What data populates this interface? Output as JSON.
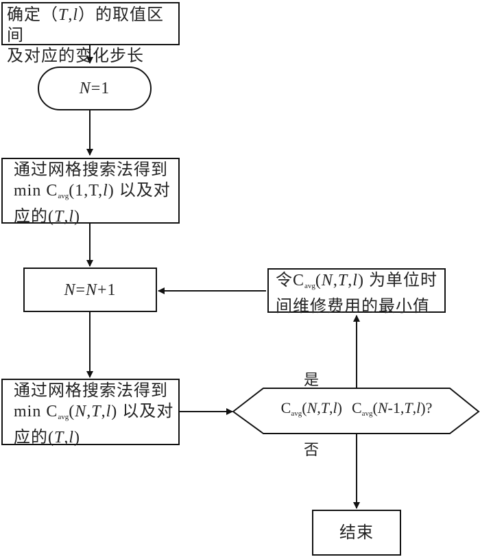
{
  "diagram": {
    "nodes": {
      "init_range": {
        "type": "process",
        "line1": "确定（",
        "line1_T": "T",
        "line1_sep": ",",
        "line1_l": "l",
        "line1_end": "）的取值区间",
        "line2": "及对应的变化步长"
      },
      "set_n1": {
        "type": "terminal",
        "var": "N",
        "rest": "=1"
      },
      "grid_search_1": {
        "type": "process",
        "line1": "通过网格搜索法得到",
        "line2_prefix": "min C",
        "line2_sub": "avg",
        "line2_args": "(1,T,",
        "line2_l": "l",
        "line2_suffix": ") 以及对",
        "line3_prefix": "应的(",
        "line3_T": "T",
        "line3_sep": ",",
        "line3_l": "l",
        "line3_suffix": ")"
      },
      "increment_n": {
        "type": "process",
        "var1": "N",
        "eq": "=",
        "var2": "N",
        "rest": "+1"
      },
      "set_min_cost": {
        "type": "process",
        "line1_prefix": "令C",
        "line1_sub": "avg",
        "line1_open": "(",
        "line1_N": "N",
        "line1_sep1": ",",
        "line1_T": "T",
        "line1_sep2": ",",
        "line1_l": "l",
        "line1_suffix": ") 为单位时",
        "line2": "间维修费用的最小值"
      },
      "grid_search_n": {
        "type": "process",
        "line1": "通过网格搜索法得到",
        "line2_prefix": "min C",
        "line2_sub": "avg",
        "line2_open": "(",
        "line2_N": "N",
        "line2_sep1": ",",
        "line2_T": "T",
        "line2_sep2": ",",
        "line2_l": "l",
        "line2_suffix": ") 以及对",
        "line3_prefix": "应的(",
        "line3_T": "T",
        "line3_sep": ",",
        "line3_l": "l",
        "line3_suffix": ")"
      },
      "decision": {
        "type": "decision",
        "a_C": "C",
        "a_sub": "avg",
        "a_open": "(",
        "a_N": "N",
        "a_sep1": ",",
        "a_T": "T",
        "a_sep2": ",",
        "a_l": "l",
        "a_close": ")",
        "b_C": "C",
        "b_sub": "avg",
        "b_open": "(",
        "b_N": "N",
        "b_rest": "-1,",
        "b_T": "T",
        "b_sep": ",",
        "b_l": "l",
        "b_close": ")?"
      },
      "end": {
        "type": "terminal",
        "label": "结束"
      }
    },
    "edge_labels": {
      "yes": "是",
      "no": "否"
    },
    "edges": [
      {
        "from": "init_range",
        "to": "set_n1"
      },
      {
        "from": "set_n1",
        "to": "grid_search_1"
      },
      {
        "from": "grid_search_1",
        "to": "increment_n"
      },
      {
        "from": "increment_n",
        "to": "grid_search_n"
      },
      {
        "from": "grid_search_n",
        "to": "decision"
      },
      {
        "from": "decision",
        "to": "set_min_cost",
        "label": "yes"
      },
      {
        "from": "set_min_cost",
        "to": "increment_n"
      },
      {
        "from": "decision",
        "to": "end",
        "label": "no"
      }
    ]
  }
}
